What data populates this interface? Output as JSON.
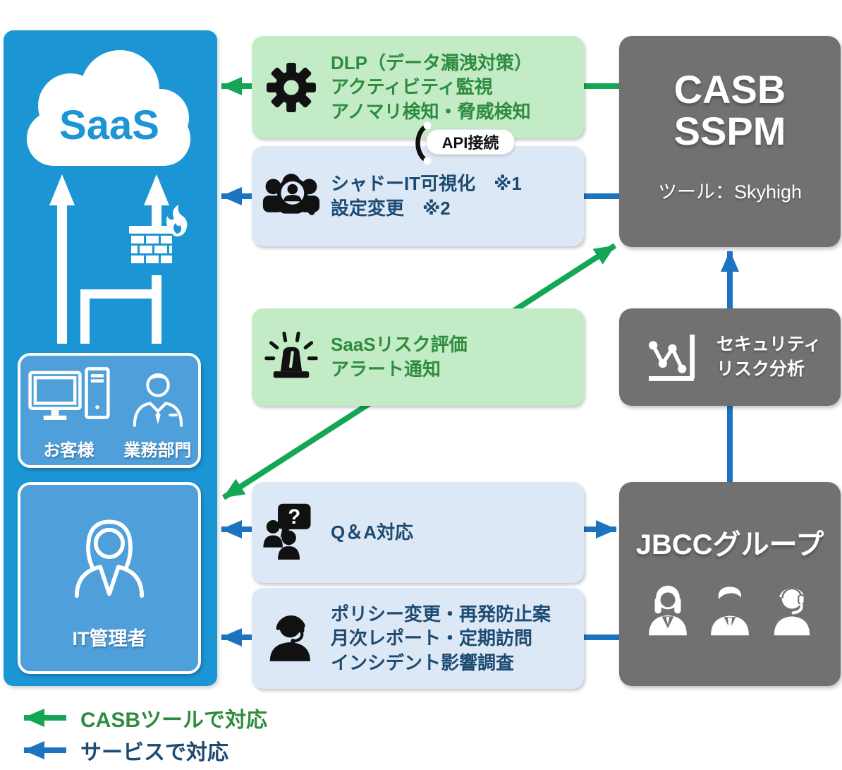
{
  "panel": {
    "cloud_label": "SaaS",
    "customer_label": "お客様",
    "business_label": "業務部門",
    "admin_label": "IT管理者"
  },
  "middle": {
    "dlp": {
      "lines": [
        "DLP（データ漏洩対策）",
        "アクティビティ監視",
        "アノマリ検知・脅威検知"
      ]
    },
    "api_badge": "API接続",
    "shadow_it": {
      "lines": [
        "シャドーIT可視化　※1",
        "設定変更　※2"
      ]
    },
    "risk": {
      "lines": [
        "SaaSリスク評価",
        "アラート通知"
      ]
    },
    "qa": {
      "lines": [
        "Q＆A対応"
      ]
    },
    "policy": {
      "lines": [
        "ポリシー変更・再発防止案",
        "月次レポート・定期訪問",
        "インシデント影響調査"
      ]
    }
  },
  "right": {
    "casb": {
      "title_line1": "CASB",
      "title_line2": "SSPM",
      "subtitle": "ツール：Skyhigh"
    },
    "analysis": {
      "lines": [
        "セキュリティ",
        "リスク分析"
      ]
    },
    "jbcc": {
      "title": "JBCCグループ"
    }
  },
  "legend": {
    "casb_tool": "CASBツールで対応",
    "service": "サービスで対応"
  },
  "colors": {
    "panel_blue": "#1B95D4",
    "inner_box_blue": "#4E9FDA",
    "light_green": "#C2EBC6",
    "green_text": "#2F8C3F",
    "green_arrow": "#13A655",
    "light_blue_box": "#DCE8F6",
    "navy_text": "#1D4A70",
    "blue_arrow": "#1C73BF",
    "gray_box": "#717171"
  },
  "icons": {
    "cloud": "cloud-shape",
    "gear": "black gear glyph",
    "shadow_it": "people with magnifier",
    "siren": "alert siren",
    "qa": "people with question bubble",
    "headset": "support operator headset",
    "monitor_pc": "white outline monitor and tower pc",
    "businessman": "white outline man with tie",
    "woman": "white outline woman",
    "chart": "line chart with axis",
    "firewall": "brick wall with flame",
    "jbcc_people": "three white staff silhouettes"
  }
}
